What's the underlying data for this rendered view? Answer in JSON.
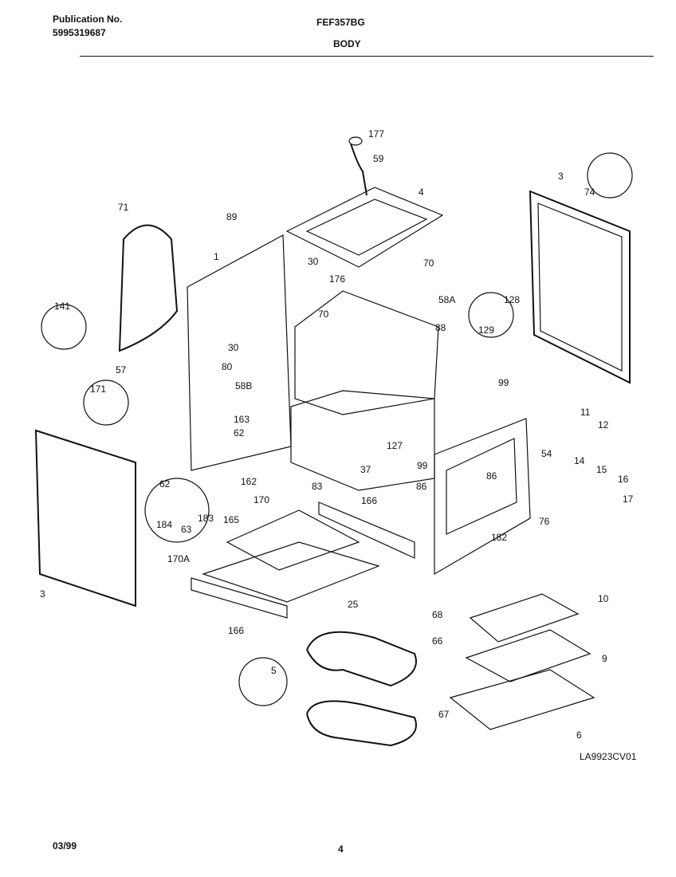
{
  "header": {
    "publication_label": "Publication No.",
    "publication_number": "5995319687",
    "model": "FEF357BG",
    "section": "BODY"
  },
  "diagram_code": "LA9923CV01",
  "footer": {
    "date": "03/99",
    "page": "4"
  },
  "parts": [
    {
      "label": "177"
    },
    {
      "label": "59"
    },
    {
      "label": "4"
    },
    {
      "label": "3"
    },
    {
      "label": "74"
    },
    {
      "label": "71"
    },
    {
      "label": "89"
    },
    {
      "label": "1"
    },
    {
      "label": "30"
    },
    {
      "label": "70"
    },
    {
      "label": "176"
    },
    {
      "label": "58A"
    },
    {
      "label": "128"
    },
    {
      "label": "141"
    },
    {
      "label": "70"
    },
    {
      "label": "88"
    },
    {
      "label": "129"
    },
    {
      "label": "30"
    },
    {
      "label": "57"
    },
    {
      "label": "80"
    },
    {
      "label": "171"
    },
    {
      "label": "58B"
    },
    {
      "label": "99"
    },
    {
      "label": "163"
    },
    {
      "label": "11"
    },
    {
      "label": "12"
    },
    {
      "label": "62"
    },
    {
      "label": "127"
    },
    {
      "label": "99"
    },
    {
      "label": "54"
    },
    {
      "label": "14"
    },
    {
      "label": "15"
    },
    {
      "label": "37"
    },
    {
      "label": "16"
    },
    {
      "label": "162"
    },
    {
      "label": "83"
    },
    {
      "label": "86"
    },
    {
      "label": "86"
    },
    {
      "label": "62"
    },
    {
      "label": "17"
    },
    {
      "label": "170"
    },
    {
      "label": "166"
    },
    {
      "label": "184"
    },
    {
      "label": "63"
    },
    {
      "label": "183"
    },
    {
      "label": "165"
    },
    {
      "label": "76"
    },
    {
      "label": "182"
    },
    {
      "label": "170A"
    },
    {
      "label": "3"
    },
    {
      "label": "25"
    },
    {
      "label": "10"
    },
    {
      "label": "166"
    },
    {
      "label": "68"
    },
    {
      "label": "66"
    },
    {
      "label": "9"
    },
    {
      "label": "5"
    },
    {
      "label": "67"
    },
    {
      "label": "6"
    }
  ]
}
